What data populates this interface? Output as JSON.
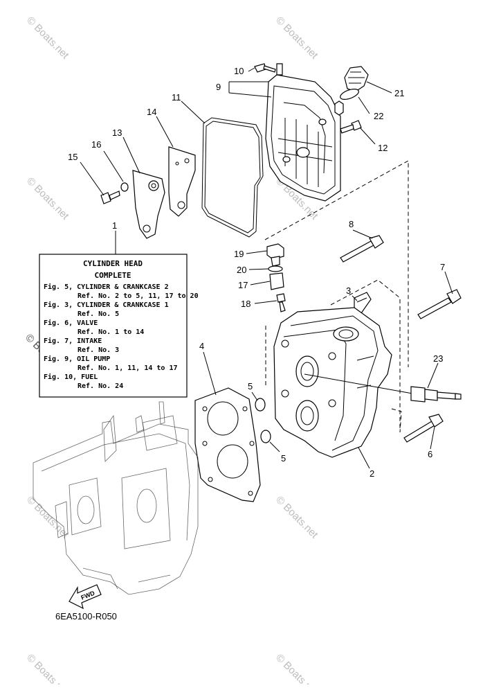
{
  "watermark": "© Boats.net",
  "legend": {
    "title_1": "CYLINDER HEAD",
    "title_2": "COMPLETE",
    "lines": [
      "Fig. 5, CYLINDER & CRANKCASE 2",
      "Ref. No. 2 to 5, 11, 17 to 20",
      "Fig. 3, CYLINDER & CRANKCASE 1",
      "Ref. No. 5",
      "Fig. 6, VALVE",
      "Ref. No. 1 to 14",
      "Fig. 7, INTAKE",
      "Ref. No. 3",
      "Fig. 9, OIL PUMP",
      "Ref. No. 1, 11, 14 to 17",
      "Fig. 10, FUEL",
      "Ref. No. 24"
    ]
  },
  "callouts": {
    "c1": "1",
    "c2": "2",
    "c3": "3",
    "c4": "4",
    "c5a": "5",
    "c5b": "5",
    "c6": "6",
    "c7": "7",
    "c8": "8",
    "c9": "9",
    "c10": "10",
    "c11": "11",
    "c12": "12",
    "c13": "13",
    "c14": "14",
    "c15": "15",
    "c16": "16",
    "c17": "17",
    "c18": "18",
    "c19": "19",
    "c20": "20",
    "c21": "21",
    "c22": "22",
    "c23": "23"
  },
  "fwd_label": "FWD",
  "diagram_code": "6EA5100-R050"
}
